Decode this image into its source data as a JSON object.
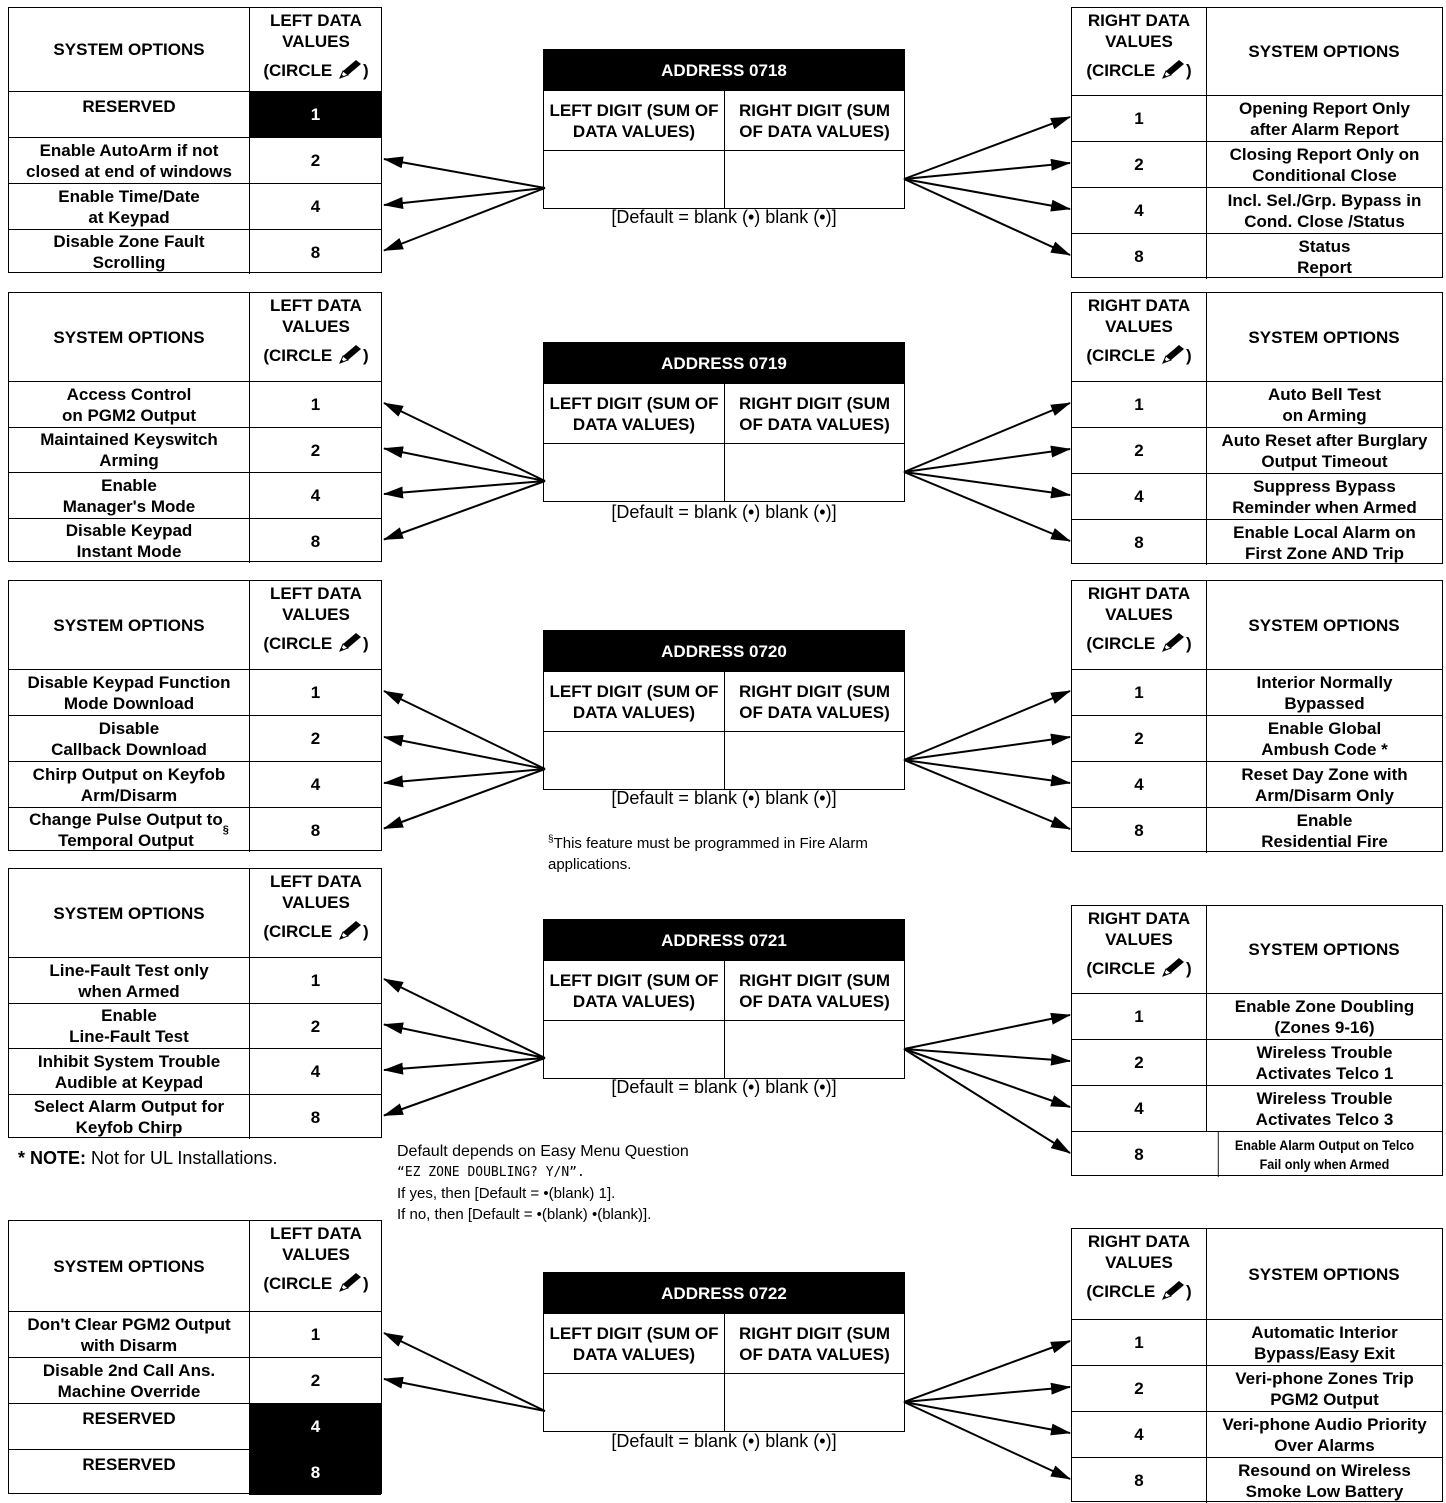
{
  "headers": {
    "system_options": "SYSTEM OPTIONS",
    "left_values_l1": "LEFT DATA",
    "right_values_l1": "RIGHT DATA",
    "values_l2": "VALUES",
    "circle_open": "(CIRCLE",
    "circle_close": ")",
    "left_digit": "LEFT DIGIT (SUM OF DATA VALUES)",
    "right_digit": "RIGHT DIGIT (SUM OF DATA VALUES)",
    "pencil_icon": "pencil-icon"
  },
  "sections": [
    {
      "address": "ADDRESS 0718",
      "default": "[Default = blank (•) blank (•)]",
      "left": [
        {
          "label": "RESERVED",
          "value": "1",
          "reserved": true
        },
        {
          "label": "Enable AutoArm if not\nclosed at end of windows",
          "value": "2"
        },
        {
          "label": "Enable Time/Date\nat Keypad",
          "value": "4"
        },
        {
          "label": "Disable Zone Fault\nScrolling",
          "value": "8"
        }
      ],
      "right": [
        {
          "label": "Opening Report Only\nafter Alarm Report",
          "value": "1"
        },
        {
          "label": "Closing Report Only on\nConditional Close",
          "value": "2"
        },
        {
          "label": "Incl. Sel./Grp. Bypass in\nCond. Close /Status",
          "value": "4"
        },
        {
          "label": "Status\nReport",
          "value": "8"
        }
      ]
    },
    {
      "address": "ADDRESS 0719",
      "default": "[Default = blank (•) blank (•)]",
      "left": [
        {
          "label": "Access Control\non PGM2 Output",
          "value": "1"
        },
        {
          "label": "Maintained Keyswitch\nArming",
          "value": "2"
        },
        {
          "label": "Enable\nManager's Mode",
          "value": "4"
        },
        {
          "label": "Disable Keypad\nInstant Mode",
          "value": "8"
        }
      ],
      "right": [
        {
          "label": "Auto Bell Test\non Arming",
          "value": "1"
        },
        {
          "label": "Auto Reset after Burglary\nOutput Timeout",
          "value": "2"
        },
        {
          "label": "Suppress Bypass\nReminder when Armed",
          "value": "4"
        },
        {
          "label": "Enable Local Alarm on\nFirst Zone AND Trip",
          "value": "8"
        }
      ]
    },
    {
      "address": "ADDRESS 0720",
      "default": "[Default = blank (•) blank (•)]",
      "footnote_mark": "§",
      "footnote": "This feature must be programmed in Fire Alarm applications.",
      "left": [
        {
          "label": "Disable Keypad Function\nMode Download",
          "value": "1"
        },
        {
          "label": "Disable\nCallback Download",
          "value": "2"
        },
        {
          "label": "Chirp Output on Keyfob\nArm/Disarm",
          "value": "4"
        },
        {
          "label": "Change Pulse Output to\nTemporal Output",
          "value": "8",
          "sup": "§"
        }
      ],
      "right": [
        {
          "label": "Interior Normally\nBypassed",
          "value": "1"
        },
        {
          "label": "Enable Global\nAmbush Code *",
          "value": "2"
        },
        {
          "label": "Reset Day Zone with\nArm/Disarm Only",
          "value": "4"
        },
        {
          "label": "Enable\nResidential Fire",
          "value": "8"
        }
      ]
    },
    {
      "address": "ADDRESS 0721",
      "default": "[Default = blank (•) blank (•)]",
      "left": [
        {
          "label": "Line-Fault Test only\nwhen Armed",
          "value": "1"
        },
        {
          "label": "Enable\nLine-Fault Test",
          "value": "2"
        },
        {
          "label": "Inhibit System Trouble\nAudible at Keypad",
          "value": "4"
        },
        {
          "label": "Select Alarm Output for\nKeyfob Chirp",
          "value": "8"
        }
      ],
      "right": [
        {
          "label": "Enable Zone Doubling\n(Zones 9-16)",
          "value": "1"
        },
        {
          "label": "Wireless Trouble\nActivates Telco 1",
          "value": "2"
        },
        {
          "label": "Wireless Trouble\nActivates Telco 3",
          "value": "4"
        },
        {
          "label": "Enable Alarm Output on Telco\nFail only when Armed",
          "value": "8",
          "small": true
        }
      ]
    },
    {
      "address": "ADDRESS 0722",
      "default": "[Default = blank (•) blank (•)]",
      "left": [
        {
          "label": "Don't Clear PGM2 Output\nwith Disarm",
          "value": "1"
        },
        {
          "label": "Disable 2nd Call Ans.\nMachine Override",
          "value": "2"
        },
        {
          "label": "RESERVED",
          "value": "4",
          "reserved": true
        },
        {
          "label": "RESERVED",
          "value": "8",
          "reserved": true
        }
      ],
      "right": [
        {
          "label": "Automatic Interior\nBypass/Easy Exit",
          "value": "1"
        },
        {
          "label": "Veri-phone Zones Trip\nPGM2 Output",
          "value": "2"
        },
        {
          "label": "Veri-phone Audio Priority\nOver Alarms",
          "value": "4"
        },
        {
          "label": "Resound on Wireless\nSmoke Low Battery",
          "value": "8"
        }
      ]
    }
  ],
  "ul_note": {
    "label": "* NOTE:",
    "text": "Not for UL Installations."
  },
  "ez_note": {
    "line1": "Default depends on Easy Menu Question",
    "prompt": "“EZ ZONE DOUBLING? Y/N”.",
    "line3": "If yes, then [Default = •(blank) 1].",
    "line4": "If no, then [Default = •(blank) •(blank)]."
  }
}
